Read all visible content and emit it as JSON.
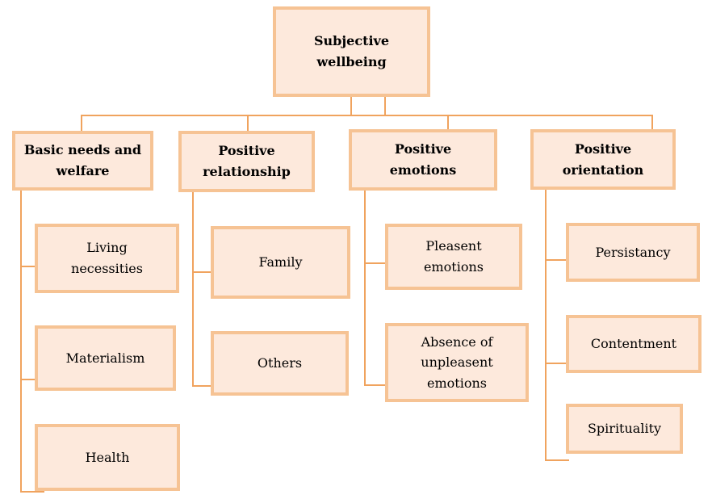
{
  "root": {
    "label": "Subjective wellbeing"
  },
  "categories": [
    {
      "label": "Basic needs and\nwelfare",
      "items": [
        "Living\nnecessities",
        "Materialism",
        "Health"
      ]
    },
    {
      "label": "Positive\nrelationship",
      "items": [
        "Family",
        "Others"
      ]
    },
    {
      "label": "Positive\nemotions",
      "items": [
        "Pleasent\nemotions",
        "Absence of\nunpleasent emotions"
      ]
    },
    {
      "label": "Positive\norientation",
      "items": [
        "Persistancy",
        "Contentment",
        "Spirituality"
      ]
    }
  ],
  "colors": {
    "box_fill": "#fde9dc",
    "box_border": "#f6c394",
    "connector": "#f0a35e"
  }
}
